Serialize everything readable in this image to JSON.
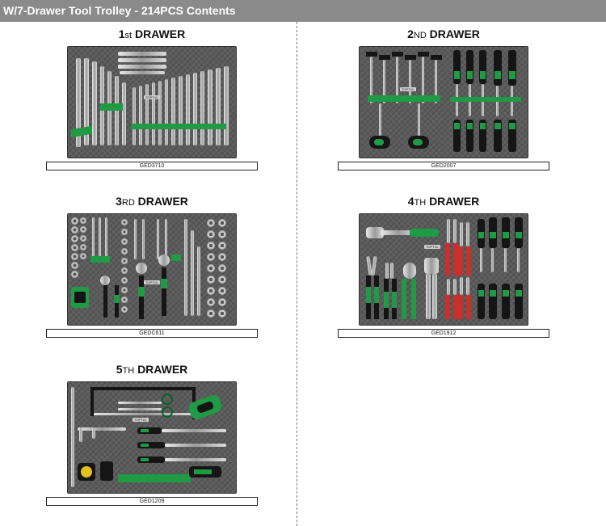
{
  "header": {
    "title": "W/7-Drawer Tool Trolley - 214PCS Contents"
  },
  "drawers": [
    {
      "num": "1",
      "suffix": "st",
      "word": "DRAWER",
      "code": "GED3710",
      "brand": "TOPTUL"
    },
    {
      "num": "2",
      "suffix": "ND",
      "word": "DRAWER",
      "code": "GED2007",
      "brand": "TOPTUL"
    },
    {
      "num": "3",
      "suffix": "RD",
      "word": "DRAWER",
      "code": "GEDC611",
      "brand": "TOPTUL"
    },
    {
      "num": "4",
      "suffix": "TH",
      "word": "DRAWER",
      "code": "GED1912",
      "brand": "TOPTUL"
    },
    {
      "num": "5",
      "suffix": "TH",
      "word": "DRAWER",
      "code": "GED1209",
      "brand": "TOPTUL"
    }
  ],
  "colors": {
    "header_bg": "#8a8a8a",
    "tray_bg": "#5b5b5b",
    "accent_green": "#1f9a45"
  }
}
